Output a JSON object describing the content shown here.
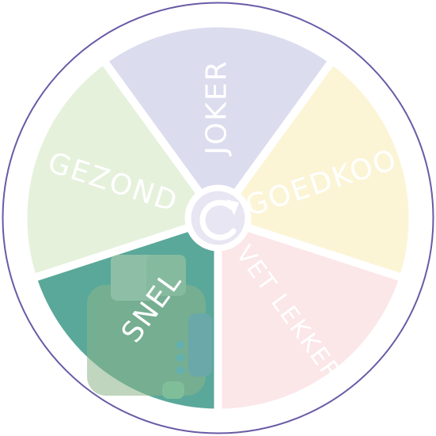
{
  "wheel": {
    "ring_color": "#6a5aa6",
    "divider_color": "#ffffff",
    "segments": [
      {
        "label": "JOKER",
        "color": "#dcdcef",
        "selected": false
      },
      {
        "label": "GOEDKOOP",
        "color": "#fbf5d6",
        "selected": false
      },
      {
        "label": "VET LEKKER",
        "color": "#fbe6e8",
        "selected": false
      },
      {
        "label": "SNEL",
        "color": "#5aa89a",
        "selected": true
      },
      {
        "label": "GEZOND",
        "color": "#e5f1db",
        "selected": false
      }
    ],
    "spin_button": {
      "icon": "refresh-icon",
      "color": "#ffffff",
      "bg": "#e8e6f2"
    }
  }
}
